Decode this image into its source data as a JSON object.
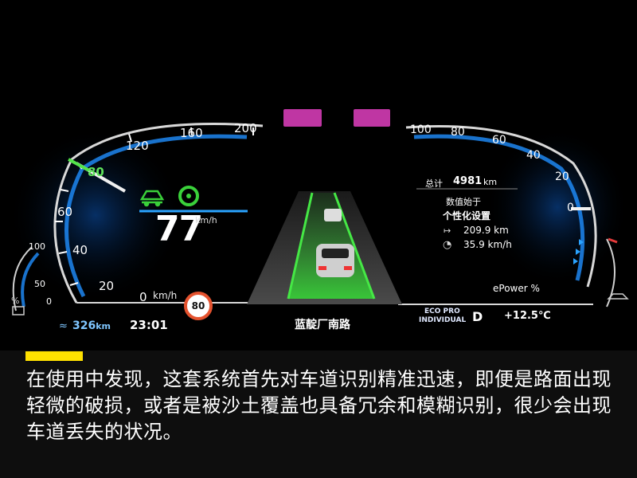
{
  "speedometer": {
    "ticks": [
      "0",
      "20",
      "40",
      "60",
      "80",
      "120",
      "160",
      "200"
    ],
    "current_speed": "77",
    "speed_unit": "km/h",
    "axis_unit": "km/h",
    "speed_limit": "80"
  },
  "power_gauge": {
    "ticks": [
      "100",
      "80",
      "60",
      "40",
      "20",
      "0"
    ],
    "label": "ePower %"
  },
  "fuel_gauge": {
    "ticks": [
      "100",
      "50",
      "0"
    ],
    "label": "%"
  },
  "trip": {
    "range": "326",
    "range_unit": "km",
    "time": "23:01"
  },
  "navigation": {
    "street": "蓝靛厂南路"
  },
  "info_panel": {
    "odometer_label": "总计",
    "odometer_value": "4981",
    "odometer_unit": "km",
    "title_line1": "数值始于",
    "title_line2": "个性化设置",
    "distance": "209.9 km",
    "avg_speed": "35.9 km/h"
  },
  "status": {
    "mode_line1": "ECO PRO",
    "mode_line2": "INDIVIDUAL",
    "gear": "D",
    "temperature": "+12.5℃"
  },
  "caption": {
    "text": "在使用中发现，这套系统首先对车道识别精准迅速，即便是路面出现轻微的破损，或者是被沙土覆盖也具备冗余和模糊识别，很少会出现车道丢失的状况。"
  },
  "colors": {
    "accent_blue": "#2aa3ff",
    "lane_green": "#3ad13a",
    "caption_yellow": "#ffe100",
    "limit_red": "#e4522e"
  },
  "icons": [
    "acc-car-icon",
    "steering-assist-icon",
    "range-icon",
    "distance-icon",
    "avg-speed-icon",
    "fuel-icon",
    "car-icon"
  ]
}
